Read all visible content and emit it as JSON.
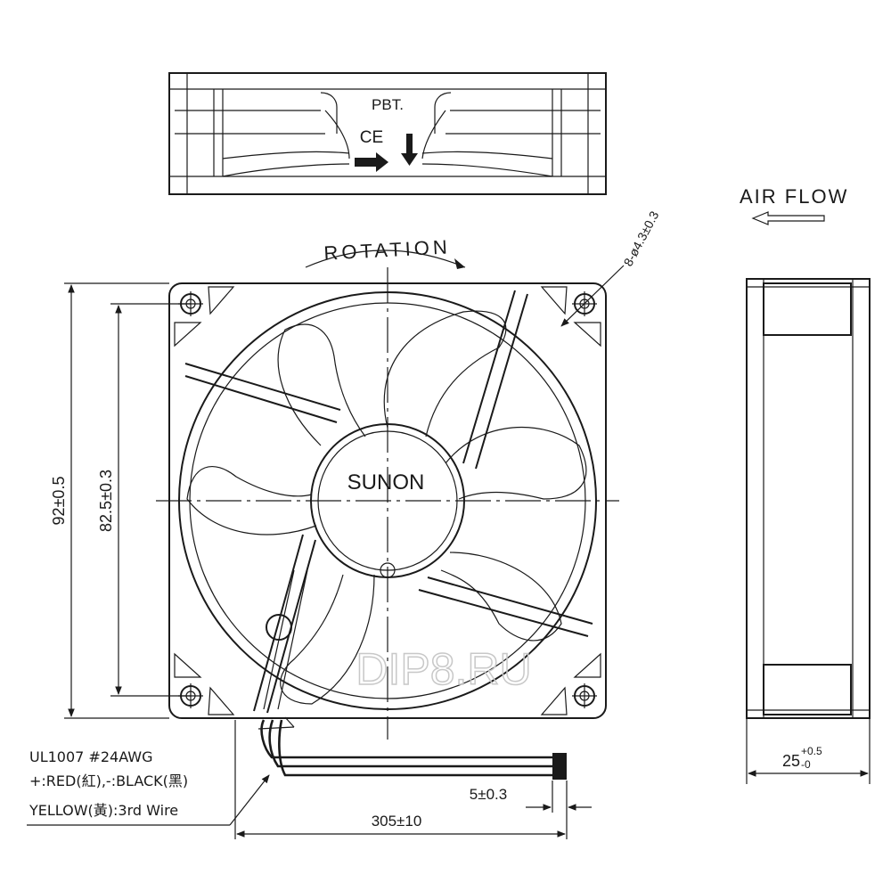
{
  "top_view": {
    "material_label": "PBT.",
    "ce_mark": "CE",
    "airflow_arrow_icon": "arrow-right-icon",
    "rotation_arrow_icon": "arrow-down-icon"
  },
  "air_flow": {
    "label": "AIR FLOW",
    "icon": "arrow-left-icon"
  },
  "front_view": {
    "rotation_label": "ROTATION",
    "brand": "SUNON",
    "hole_spec": "8-ø4.3±0.3",
    "overall_height": "92±0.5",
    "hole_pitch": "82.5±0.3"
  },
  "side_view": {
    "depth_main": "25",
    "depth_tol_plus": "+0.5",
    "depth_tol_minus": "-0"
  },
  "wire_spec": {
    "line1": "UL1007  #24AWG",
    "line2": "+:RED(紅),-:BLACK(黑)",
    "line3": "YELLOW(黃):3rd  Wire"
  },
  "wire_dims": {
    "strip": "5±0.3",
    "length": "305±10"
  },
  "watermark": "DIP8.RU"
}
